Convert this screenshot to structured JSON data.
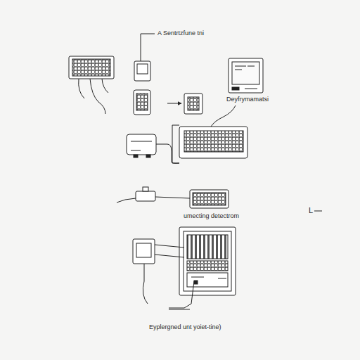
{
  "diagram": {
    "labels": [
      "A Sentrtzfune tni",
      "Deyfrymamatsi",
      "umecting detectrom",
      "L",
      "Eyplergned unt yoiet-tine)"
    ]
  }
}
